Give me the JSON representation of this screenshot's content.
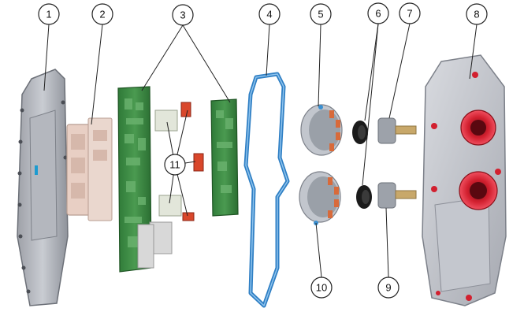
{
  "callouts": [
    {
      "label": "1"
    },
    {
      "label": "2"
    },
    {
      "label": "3"
    },
    {
      "label": "4"
    },
    {
      "label": "5"
    },
    {
      "label": "6"
    },
    {
      "label": "7"
    },
    {
      "label": "8"
    },
    {
      "label": "9"
    },
    {
      "label": "10"
    },
    {
      "label": "11"
    }
  ],
  "colors": {
    "housing": "#b9bcc3",
    "housing_dark": "#8d9099",
    "connector": "#e8cfc4",
    "pcb": "#3f8f45",
    "pcb_dark": "#2c6e33",
    "gasket": "#2f7fc4",
    "coil": "#d86a3a",
    "seal": "#1b1b1b",
    "red_part": "#d2202f"
  }
}
